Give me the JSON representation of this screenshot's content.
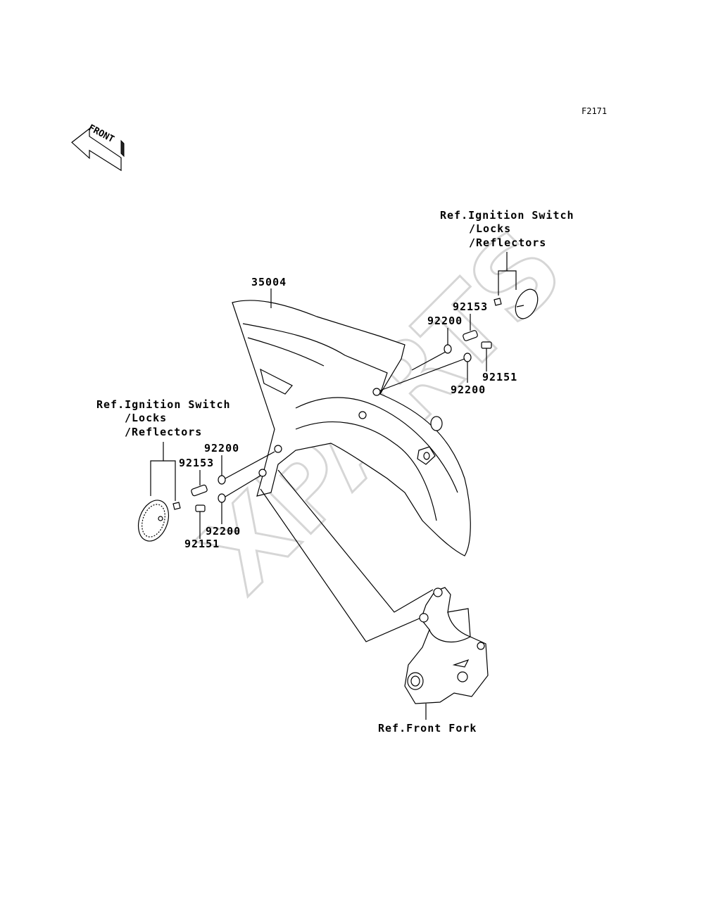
{
  "diagram_code": "F2171",
  "front_arrow": {
    "label": "FRONT"
  },
  "watermark": "XPARTS",
  "labels": {
    "ref_ignition_right": [
      "Ref.Ignition Switch",
      "/Locks",
      "/Reflectors"
    ],
    "ref_ignition_left": [
      "Ref.Ignition Switch",
      "/Locks",
      "/Reflectors"
    ],
    "ref_front_fork": "Ref.Front Fork"
  },
  "part_numbers": {
    "fender": "35004",
    "right_collar": "92153",
    "right_washer_top": "92200",
    "right_screw": "92151",
    "right_washer_bottom": "92200",
    "left_washer_top": "92200",
    "left_collar": "92153",
    "left_washer_bottom": "92200",
    "left_screw": "92151"
  }
}
